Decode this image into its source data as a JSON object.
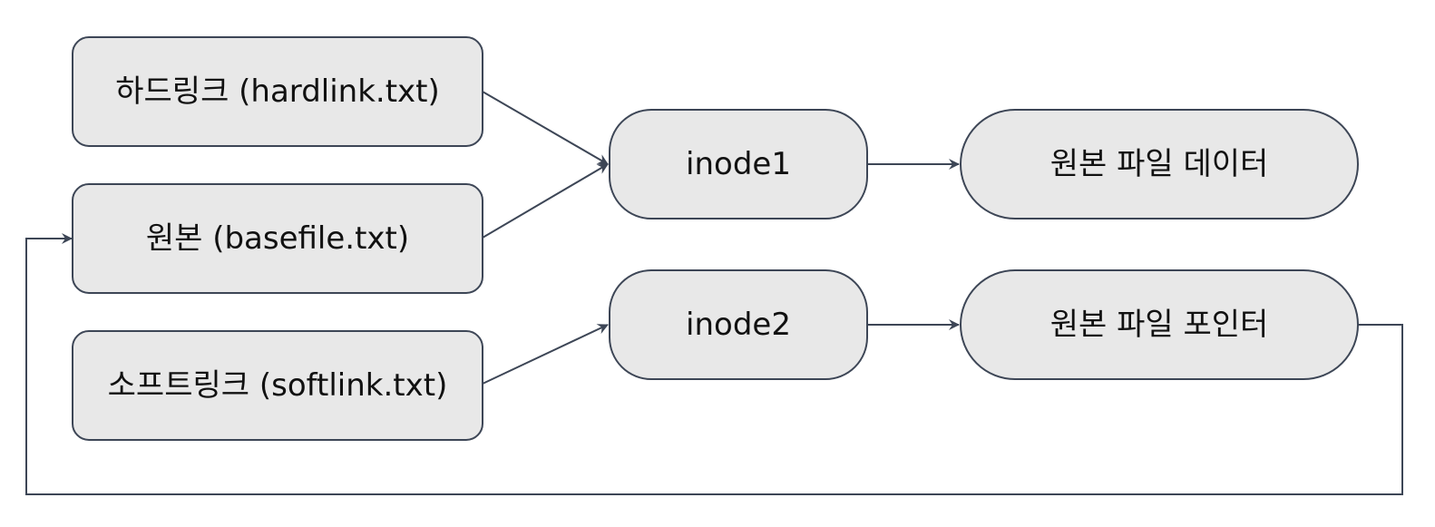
{
  "nodes": {
    "hardlink": {
      "label": "하드링크 (hardlink.txt)"
    },
    "basefile": {
      "label": "원본 (basefile.txt)"
    },
    "softlink": {
      "label": "소프트링크 (softlink.txt)"
    },
    "inode1": {
      "label": "inode1"
    },
    "inode2": {
      "label": "inode2"
    },
    "data": {
      "label": "원본 파일 데이터"
    },
    "pointer": {
      "label": "원본 파일 포인터"
    }
  },
  "edges": [
    {
      "from": "hardlink",
      "to": "inode1"
    },
    {
      "from": "basefile",
      "to": "inode1"
    },
    {
      "from": "inode1",
      "to": "data"
    },
    {
      "from": "softlink",
      "to": "inode2"
    },
    {
      "from": "inode2",
      "to": "pointer"
    },
    {
      "from": "pointer",
      "to": "basefile"
    }
  ],
  "colors": {
    "node_fill": "#e8e8e8",
    "stroke": "#3d4656",
    "text": "#111111"
  }
}
